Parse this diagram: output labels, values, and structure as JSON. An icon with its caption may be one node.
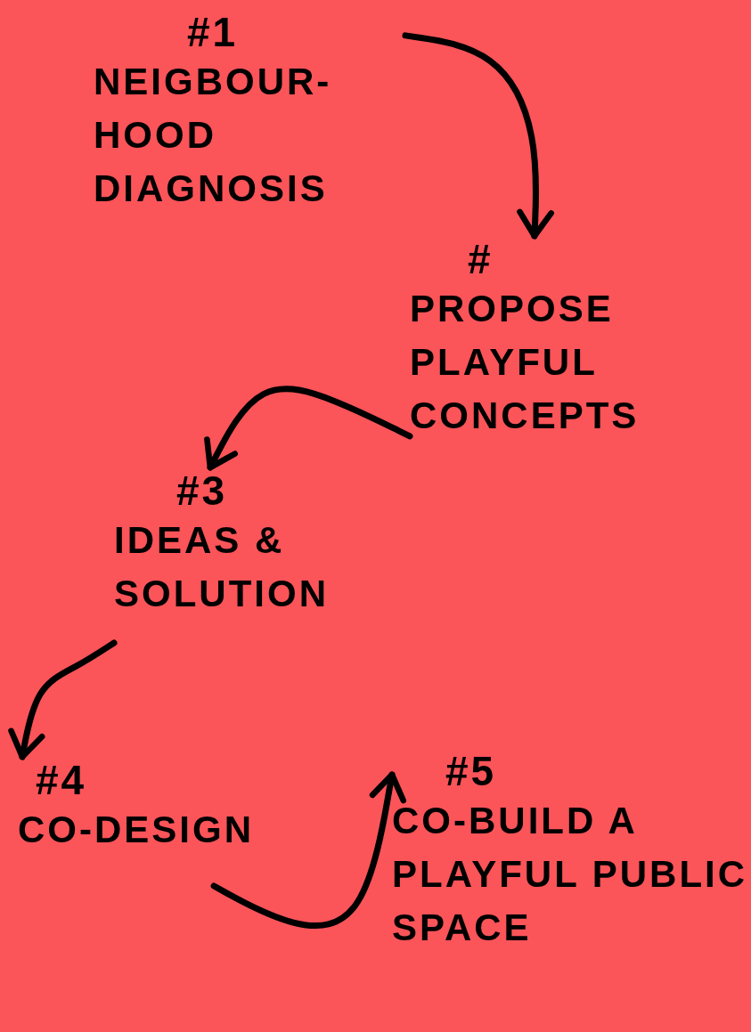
{
  "diagram": {
    "nodes": [
      {
        "text": [
          "#1",
          "NEIGBOUR- HOOD DIAGNOSIS"
        ]
      },
      {
        "text": [
          "#",
          "PROPOSE PLAYFUL CONCEPTS"
        ]
      },
      {
        "text": [
          "#3",
          "IDEAS & SOLUTION"
        ]
      },
      {
        "text": [
          "#4",
          "CO-DESIGN"
        ]
      },
      {
        "text": [
          "#5",
          "CO-BUILD A PLAYFUL PUBLIC SPACE"
        ]
      }
    ],
    "edges": [
      {
        "from": 0,
        "to": 1,
        "arrow": "to"
      },
      {
        "from": 1,
        "to": 2,
        "arrow": "to"
      },
      {
        "from": 2,
        "to": 3,
        "arrow": "to"
      },
      {
        "from": 3,
        "to": 4,
        "arrow": "to"
      }
    ]
  }
}
